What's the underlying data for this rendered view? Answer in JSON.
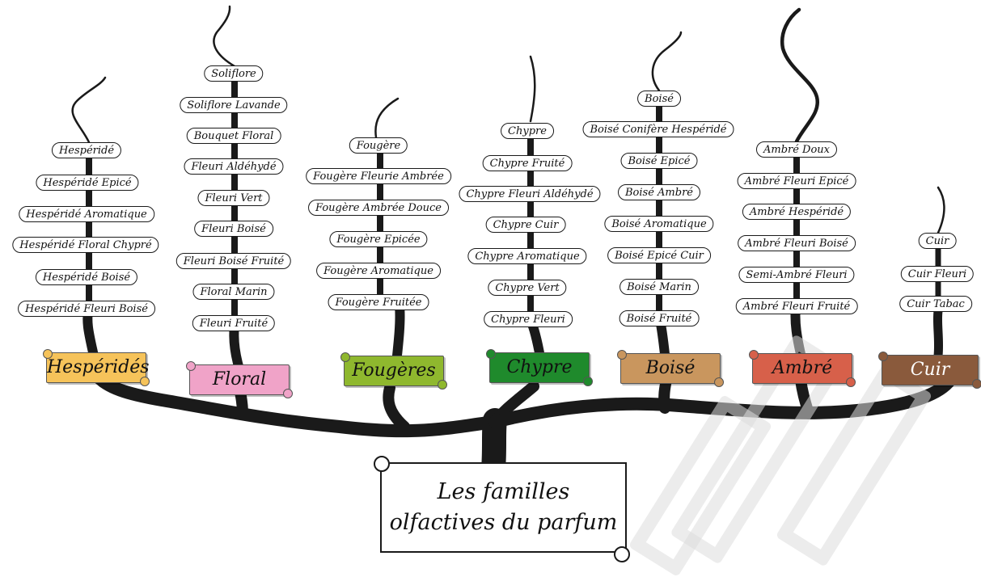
{
  "root": {
    "title_line1": "Les familles",
    "title_line2": "olfactives du parfum"
  },
  "families": [
    {
      "name": "Hespéridés",
      "color": "#f6c35a",
      "text_color": "#111111",
      "subfamilies": [
        "Hespéridé",
        "Hespéridé Epicé",
        "Hespéridé Aromatique",
        "Hespéridé Floral Chypré",
        "Hespéridé Boisé",
        "Hespéridé Fleuri Boisé"
      ]
    },
    {
      "name": "Floral",
      "color": "#f0a3c8",
      "text_color": "#111111",
      "subfamilies": [
        "Soliflore",
        "Soliflore Lavande",
        "Bouquet Floral",
        "Fleuri Aldéhydé",
        "Fleuri Vert",
        "Fleuri Boisé",
        "Fleuri Boisé Fruité",
        "Floral Marin",
        "Fleuri Fruité"
      ]
    },
    {
      "name": "Fougères",
      "color": "#8fb82e",
      "text_color": "#111111",
      "subfamilies": [
        "Fougère",
        "Fougère Fleurie Ambrée",
        "Fougère Ambrée Douce",
        "Fougère Epicée",
        "Fougère Aromatique",
        "Fougère Fruitée"
      ]
    },
    {
      "name": "Chypre",
      "color": "#1f8a2c",
      "text_color": "#111111",
      "subfamilies": [
        "Chypre",
        "Chypre Fruité",
        "Chypre Fleuri Aldéhydé",
        "Chypre Cuir",
        "Chypre Aromatique",
        "Chypre Vert",
        "Chypre Fleuri"
      ]
    },
    {
      "name": "Boisé",
      "color": "#c9965e",
      "text_color": "#111111",
      "subfamilies": [
        "Boisé",
        "Boisé Conifère Hespéridé",
        "Boisé Epicé",
        "Boisé Ambré",
        "Boisé Aromatique",
        "Boisé Epicé Cuir",
        "Boisé Marin",
        "Boisé Fruité"
      ]
    },
    {
      "name": "Ambré",
      "color": "#d7604a",
      "text_color": "#111111",
      "subfamilies": [
        "Ambré Doux",
        "Ambré Fleuri Epicé",
        "Ambré Hespéridé",
        "Ambré Fleuri Boisé",
        "Semi-Ambré Fleuri",
        "Ambré Fleuri Fruité"
      ]
    },
    {
      "name": "Cuir",
      "color": "#8a5a3c",
      "text_color": "#ffffff",
      "subfamilies": [
        "Cuir",
        "Cuir Fleuri",
        "Cuir Tabac"
      ]
    }
  ]
}
